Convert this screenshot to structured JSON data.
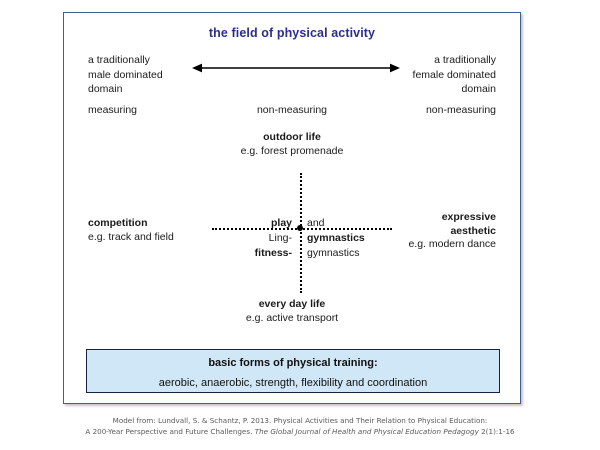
{
  "title": "the field of physical activity",
  "colors": {
    "title": "#2d2d8f",
    "frame_border": "#3f6189",
    "box_fill": "#cfe7f7",
    "box_border": "#15263a",
    "text": "#1b1b1b"
  },
  "axis": {
    "arrow_name": "double-headed-horizontal-arrow",
    "left_domain": {
      "line1": "a traditionally",
      "line2": "male dominated",
      "line3": "domain"
    },
    "right_domain": {
      "line1": "a traditionally",
      "line2": "female dominated",
      "line3": "domain"
    }
  },
  "measuring_row": {
    "left": "measuring",
    "center": "non-measuring",
    "right": "non-measuring"
  },
  "poles": {
    "top": {
      "head": "outdoor life",
      "eg": "e.g. forest promenade"
    },
    "bottom": {
      "head": "every day life",
      "eg": "e.g. active transport"
    },
    "left": {
      "head": "competition",
      "eg": "e.g. track and field"
    },
    "right": {
      "head1": "expressive",
      "head2": "aesthetic",
      "eg": "e.g. modern dance"
    }
  },
  "center": {
    "left_col": {
      "row0": "play",
      "row1": "Ling-",
      "row2": "fitness-"
    },
    "right_col": {
      "row0": "and",
      "row1": "gymnastics",
      "row2": "gymnastics"
    }
  },
  "basic_box": {
    "title": "basic forms of physical training:",
    "body": "aerobic, anaerobic, strength, flexibility and coordination"
  },
  "citation": {
    "line1": "Model from: Lundvall, S. & Schantz, P. 2013. Physical Activities and Their Relation to Physical Education:",
    "line2_a": "A 200-Year Perspective and Future Challenges. ",
    "line2_italic": "The Global Journal of Health and Physical Education Pedagogy",
    "line2_b": " 2(1):1-16"
  }
}
